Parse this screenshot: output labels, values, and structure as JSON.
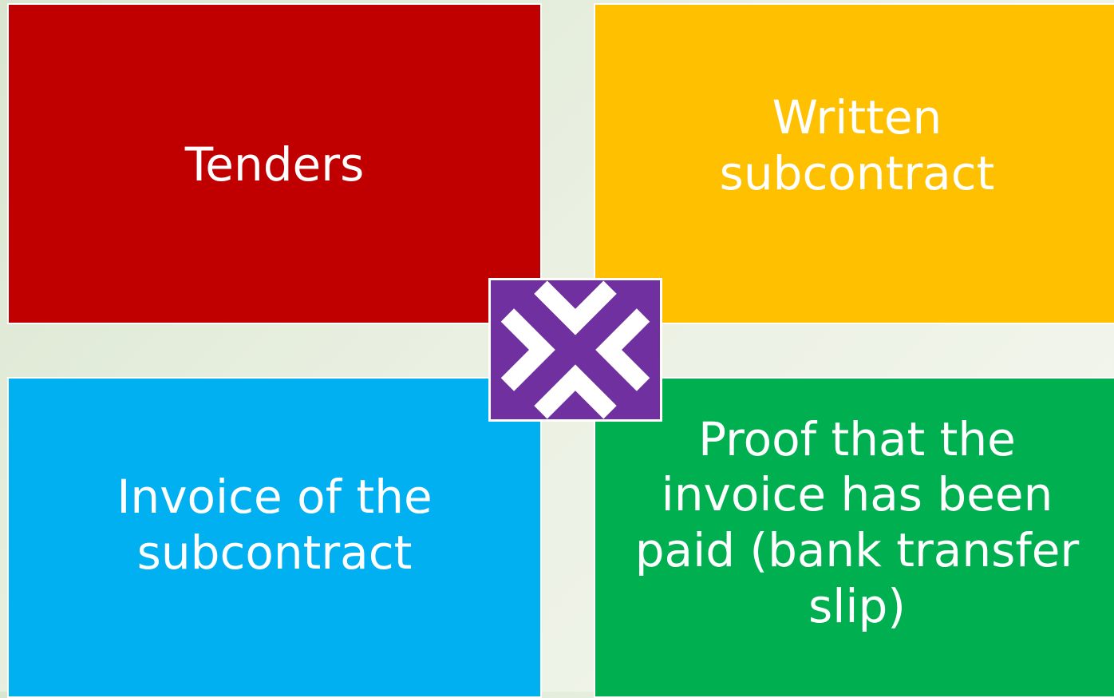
{
  "tiles": {
    "tenders": {
      "label": "Tenders",
      "color": "#c00000"
    },
    "written_subcontract": {
      "label": "Written subcontract",
      "color": "#ffc000"
    },
    "invoice": {
      "label": "Invoice of the subcontract",
      "color": "#00b0f0"
    },
    "proof_of_payment": {
      "label": "Proof that the invoice has been paid (bank transfer slip)",
      "color": "#00b050"
    }
  },
  "center_icon": {
    "name": "converge-arrows-icon",
    "color": "#7030a0"
  },
  "background": "#e6eedb"
}
